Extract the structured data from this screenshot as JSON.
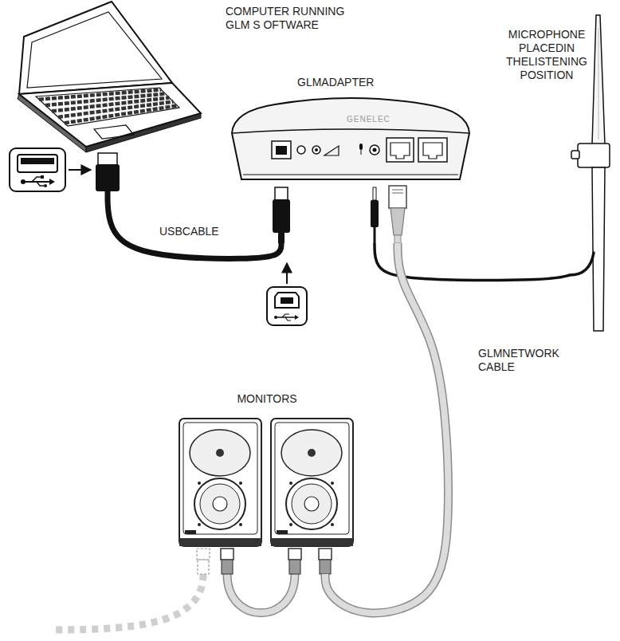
{
  "diagram": {
    "nodes": [
      {
        "text": [
          "COMPUTER RUNNING GLM S OFTWARE"
        ]
      },
      {
        "text": [
          "GLMADAPTER",
          "GENELEC"
        ]
      },
      {
        "text": [
          "MICROPHONE PLACEDIN THELISTENING POSITION"
        ]
      },
      {
        "text": [
          "MONITORS"
        ]
      }
    ],
    "edges": [
      {
        "from": 0,
        "to": 1,
        "label": "USBCABLE",
        "arrow": "none"
      },
      {
        "from": 1,
        "to": 2,
        "arrow": "none"
      },
      {
        "from": 1,
        "to": 3,
        "label": "GLMNETWORK CABLE",
        "arrow": "none"
      }
    ]
  }
}
